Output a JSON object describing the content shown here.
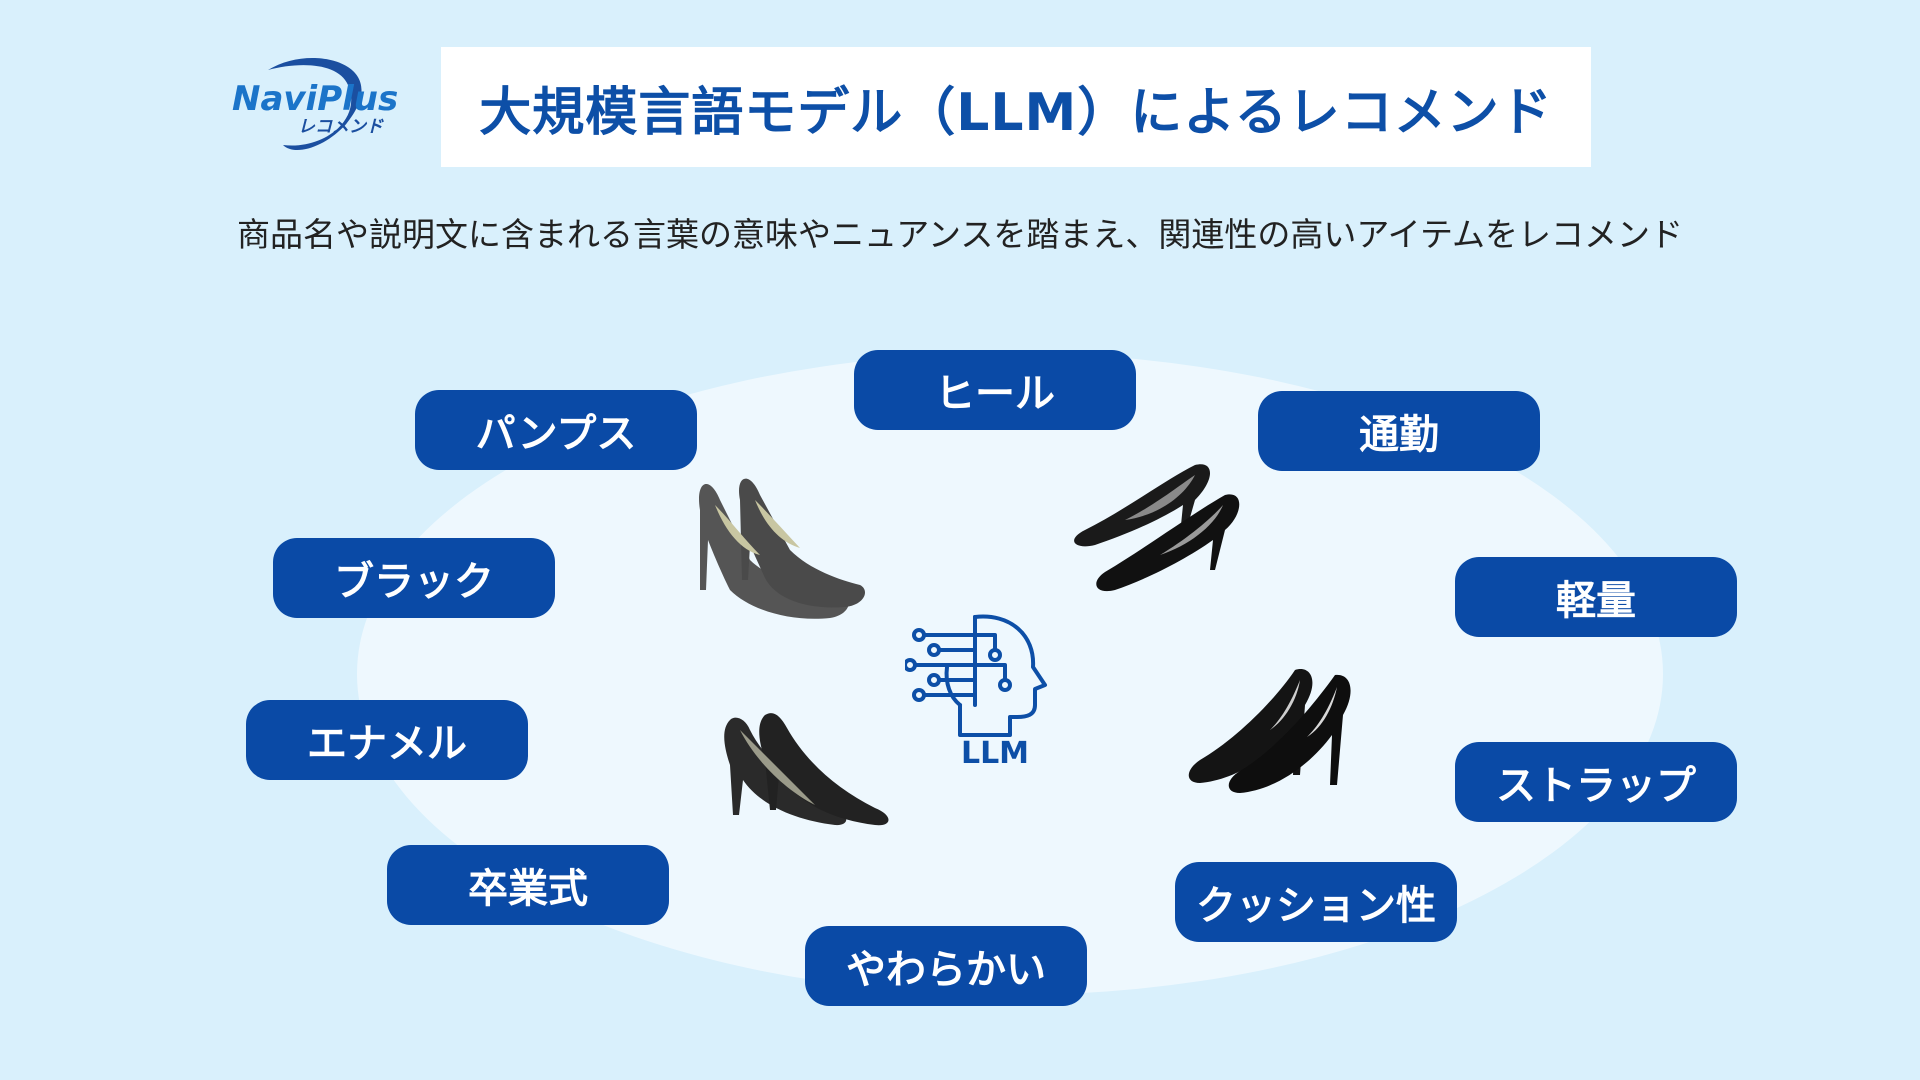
{
  "logo": {
    "brand": "NaviPlus",
    "sub": "レコメンド"
  },
  "title": "大規模言語モデル（LLM）によるレコメンド",
  "subtitle": "商品名や説明文に含まれる言葉の意味やニュアンスを踏まえ、関連性の高いアイテムをレコメンド",
  "center_label": "LLM",
  "keywords": {
    "heel": "ヒール",
    "pumps": "パンプス",
    "commute": "通勤",
    "black": "ブラック",
    "lightweight": "軽量",
    "enamel": "エナメル",
    "strap": "ストラップ",
    "graduation": "卒業式",
    "cushion": "クッション性",
    "soft": "やわらかい"
  },
  "colors": {
    "background": "#d9f0fc",
    "accent": "#0a4aa6",
    "ellipse": "#eef8fe"
  },
  "icons": [
    "naviplus-logo",
    "ai-head-circuit-icon",
    "black-pumps-image"
  ]
}
